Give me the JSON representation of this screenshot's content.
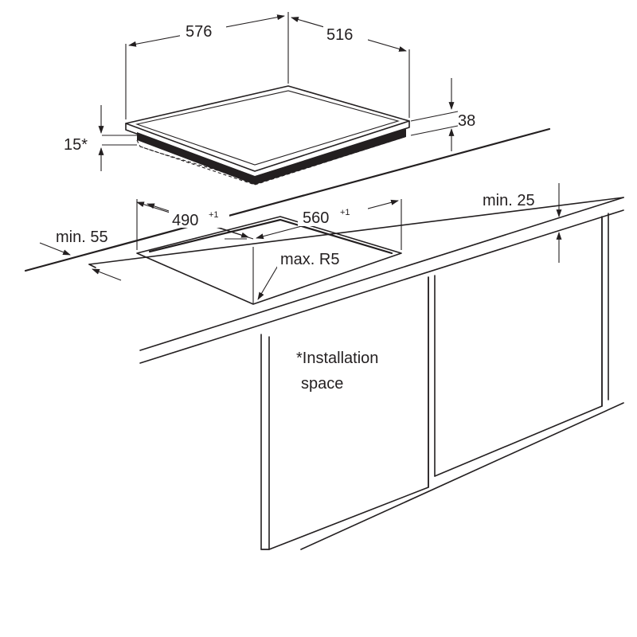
{
  "dimensions": {
    "hob_width": "576",
    "hob_depth": "516",
    "hob_height": "38",
    "installation_height": "15*",
    "cutout_width_value": "560",
    "cutout_width_tol": "+1",
    "cutout_depth_value": "490",
    "cutout_depth_tol": "+1",
    "front_clearance": "min. 55",
    "wall_clearance": "min. 25",
    "corner_radius": "max. R5"
  },
  "note": {
    "line1": "*Installation",
    "line2": "space"
  },
  "colors": {
    "ink": "#231f20",
    "background": "#ffffff"
  }
}
